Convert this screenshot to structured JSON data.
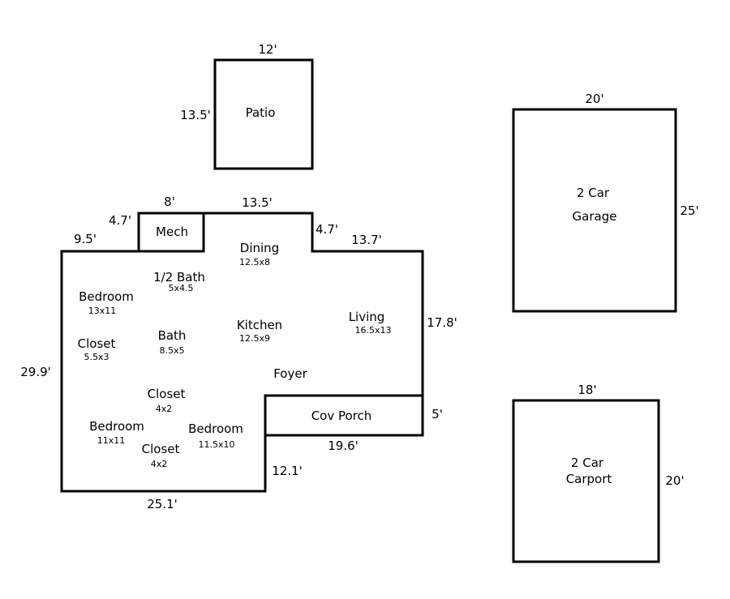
{
  "structures": {
    "patio": {
      "label": "Patio",
      "width": "12'",
      "depth": "13.5'"
    },
    "garage": {
      "line1": "2 Car",
      "line2": "Garage",
      "width": "20'",
      "depth": "25'"
    },
    "carport": {
      "line1": "2 Car",
      "line2": "Carport",
      "width": "18'",
      "depth": "20'"
    }
  },
  "house": {
    "dimensions": {
      "mech_width": "8'",
      "mech_depth": "4.7'",
      "left_top": "9.5'",
      "top_middle": "13.5'",
      "right_step": "4.7'",
      "right_top": "13.7'",
      "right_side": "17.8'",
      "left_side": "29.9'",
      "porch_depth": "5'",
      "porch_width": "19.6'",
      "right_lower": "12.1'",
      "bottom": "25.1'"
    },
    "rooms": [
      {
        "name": "Mech",
        "size": ""
      },
      {
        "name": "Dining",
        "size": "12.5x8"
      },
      {
        "name": "1/2 Bath",
        "size": "5x4.5"
      },
      {
        "name": "Bedroom",
        "size": "13x11"
      },
      {
        "name": "Closet",
        "size": "5.5x3"
      },
      {
        "name": "Bath",
        "size": "8.5x5"
      },
      {
        "name": "Kitchen",
        "size": "12.5x9"
      },
      {
        "name": "Living",
        "size": "16.5x13"
      },
      {
        "name": "Foyer",
        "size": ""
      },
      {
        "name": "Closet",
        "size": "4x2"
      },
      {
        "name": "Cov Porch",
        "size": ""
      },
      {
        "name": "Bedroom",
        "size": "11x11"
      },
      {
        "name": "Bedroom",
        "size": "11.5x10"
      },
      {
        "name": "Closet",
        "size": "4x2"
      }
    ]
  }
}
